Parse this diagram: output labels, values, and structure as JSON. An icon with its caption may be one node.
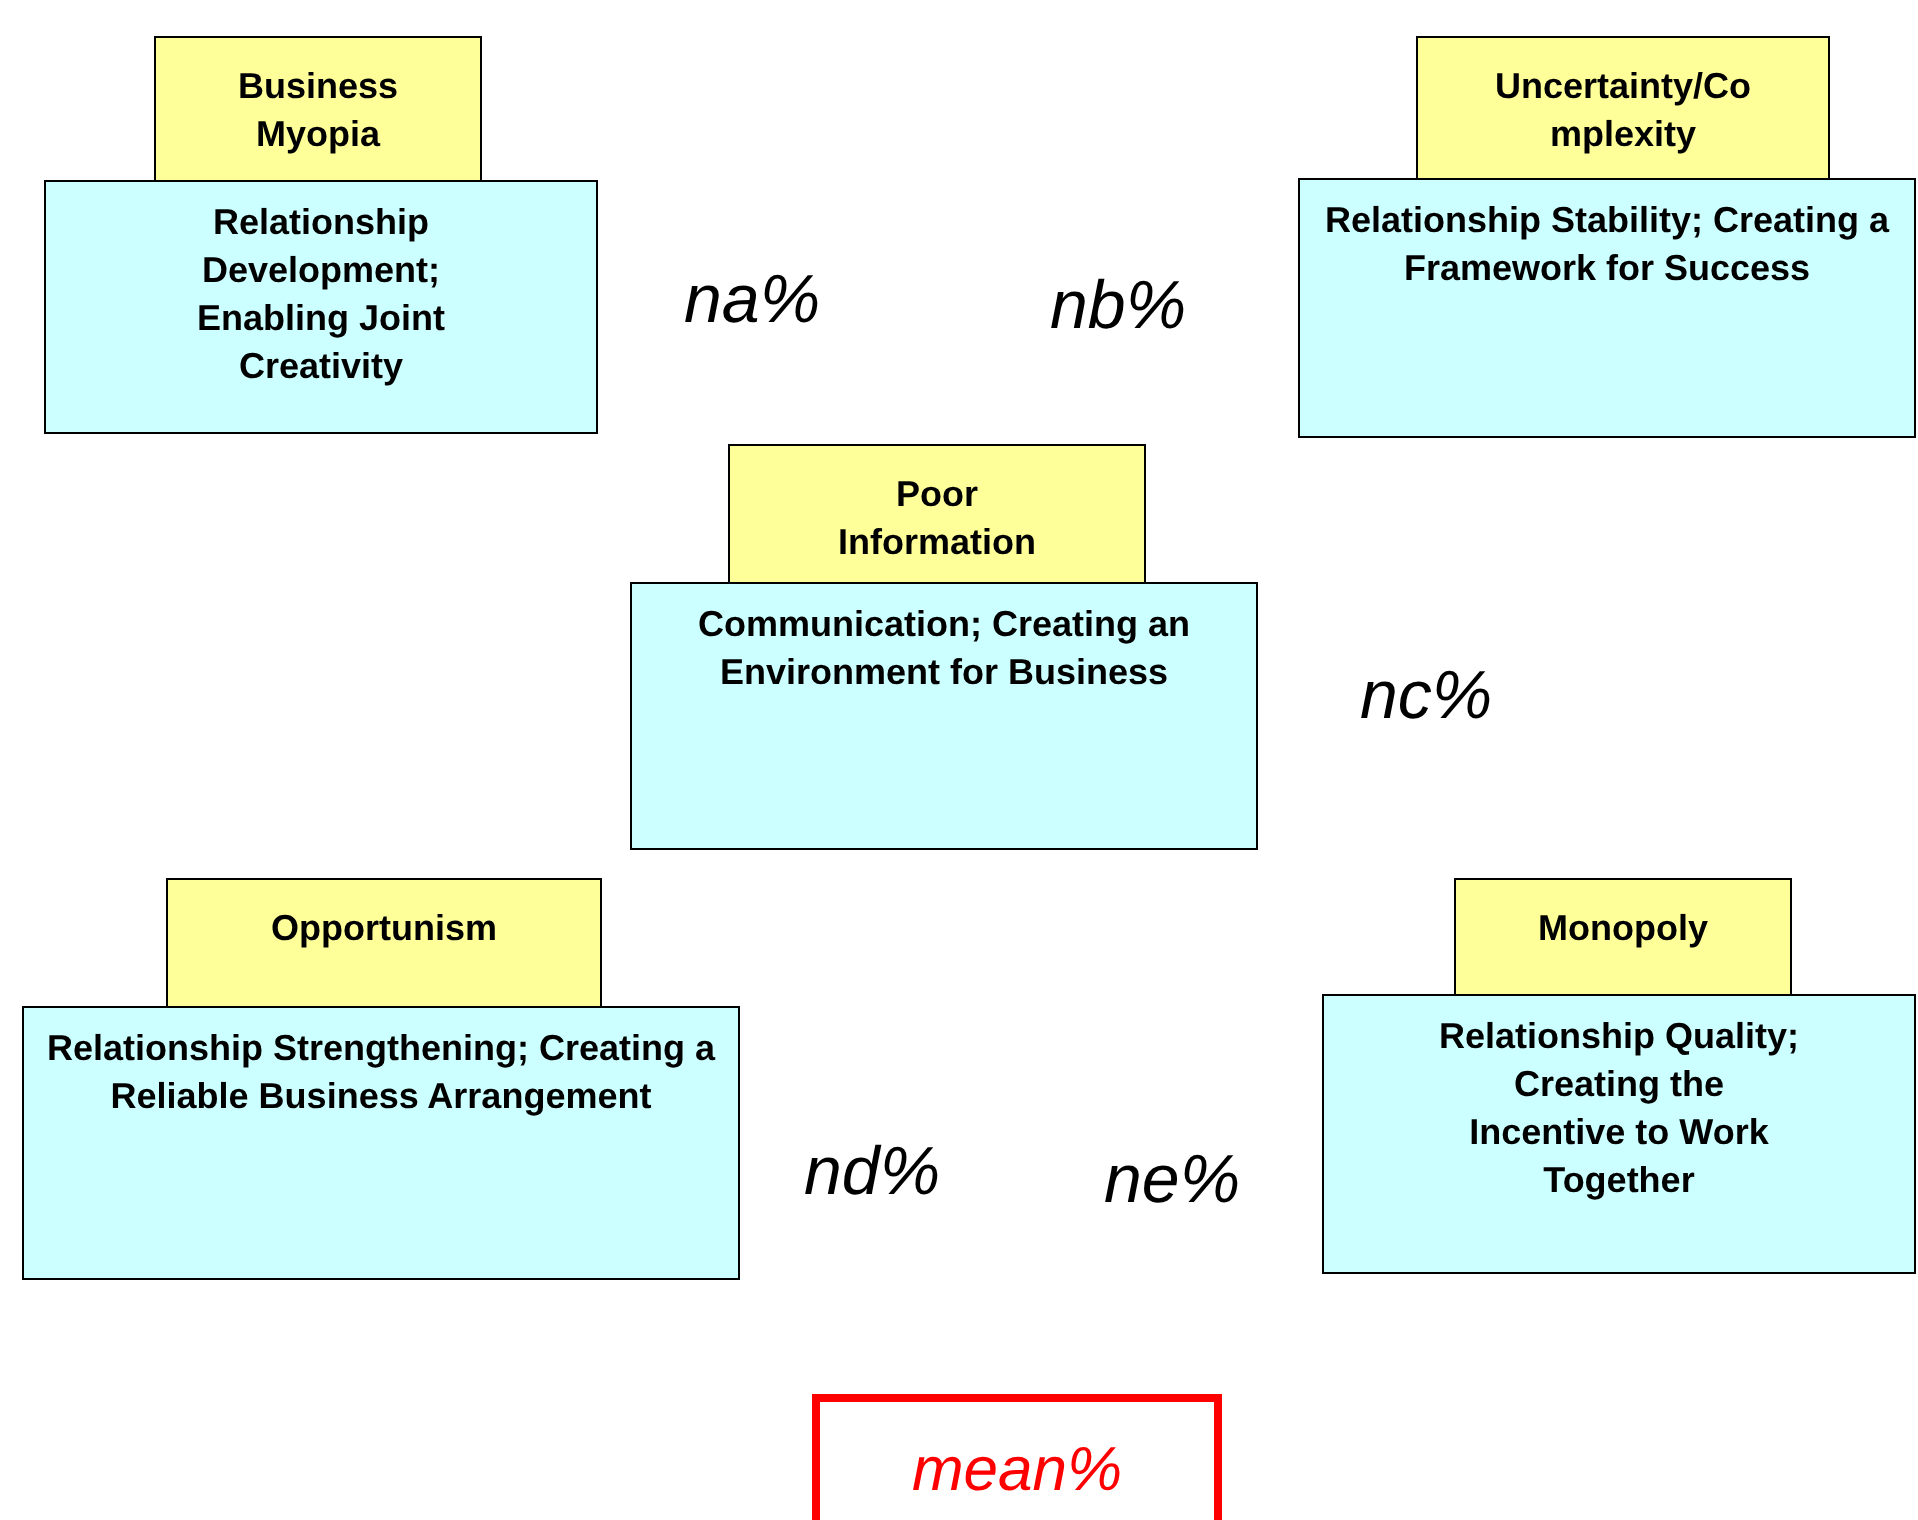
{
  "diagram": {
    "nodes": [
      {
        "text": [
          "Business Myopia"
        ]
      },
      {
        "text": [
          "Relationship Development; Enabling Joint Creativity"
        ]
      },
      {
        "text": [
          "Uncertainty/Co mplexity"
        ]
      },
      {
        "text": [
          "Relationship Stability; Creating a Framework for Success"
        ]
      },
      {
        "text": [
          "Poor Information"
        ]
      },
      {
        "text": [
          "Communication; Creating an Environment for Business"
        ]
      },
      {
        "text": [
          "Opportunism"
        ]
      },
      {
        "text": [
          "Relationship Strengthening; Creating a Reliable Business Arrangement"
        ]
      },
      {
        "text": [
          "Monopoly"
        ]
      },
      {
        "text": [
          "Relationship Quality; Creating the Incentive to Work Together"
        ]
      },
      {
        "text": [
          "mean%"
        ]
      }
    ],
    "labels": [
      "na%",
      "nb%",
      "nc%",
      "nd%",
      "ne%"
    ]
  }
}
